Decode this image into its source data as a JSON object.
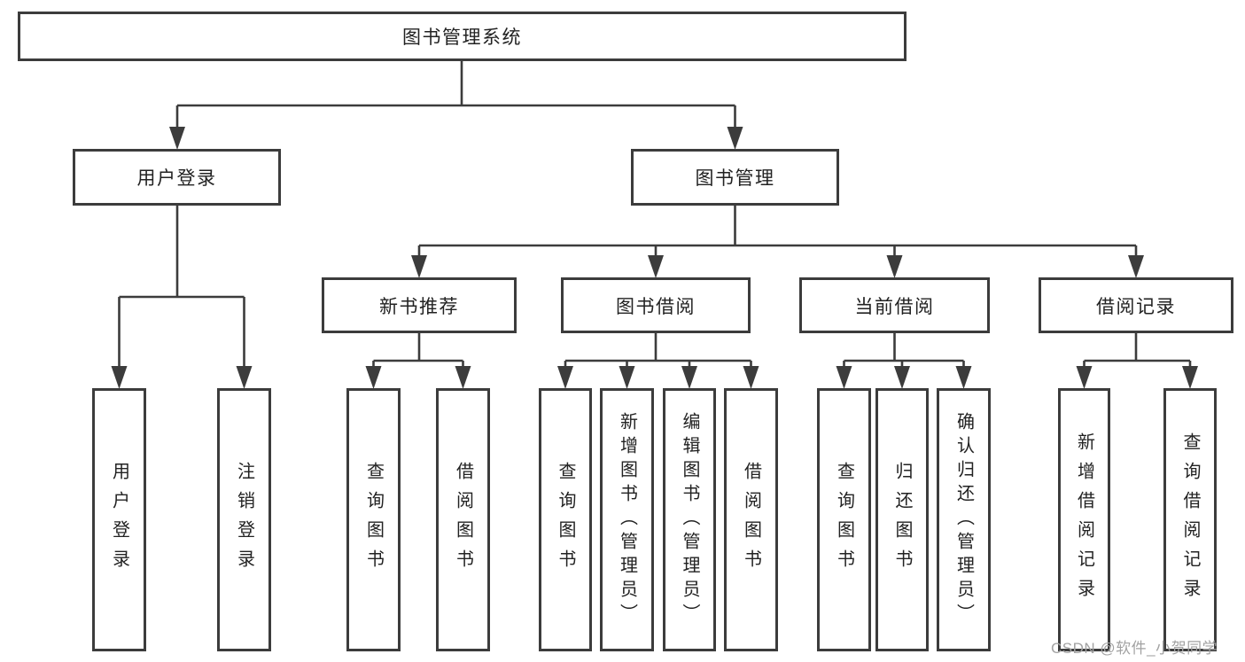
{
  "root": {
    "label": "图书管理系统"
  },
  "level2": [
    {
      "label": "用户登录"
    },
    {
      "label": "图书管理"
    }
  ],
  "level3": [
    {
      "label": "新书推荐"
    },
    {
      "label": "图书借阅"
    },
    {
      "label": "当前借阅"
    },
    {
      "label": "借阅记录"
    }
  ],
  "leaves": {
    "user_login": [
      {
        "label": "用户登录"
      },
      {
        "label": "注销登录"
      }
    ],
    "new_books": [
      {
        "label": "查询图书"
      },
      {
        "label": "借阅图书"
      }
    ],
    "book_borrow": [
      {
        "label": "查询图书"
      },
      {
        "label": "新增图书（管理员）"
      },
      {
        "label": "编辑图书（管理员）"
      },
      {
        "label": "借阅图书"
      }
    ],
    "current_borrow": [
      {
        "label": "查询图书"
      },
      {
        "label": "归还图书"
      },
      {
        "label": "确认归还（管理员）"
      }
    ],
    "borrow_records": [
      {
        "label": "新增借阅记录"
      },
      {
        "label": "查询借阅记录"
      }
    ]
  },
  "watermark": "CSDN @软件_小贺同学",
  "colors": {
    "line": "#3c3c3c",
    "text": "#222222",
    "watermark": "#a2a2a2",
    "background": "#ffffff"
  }
}
